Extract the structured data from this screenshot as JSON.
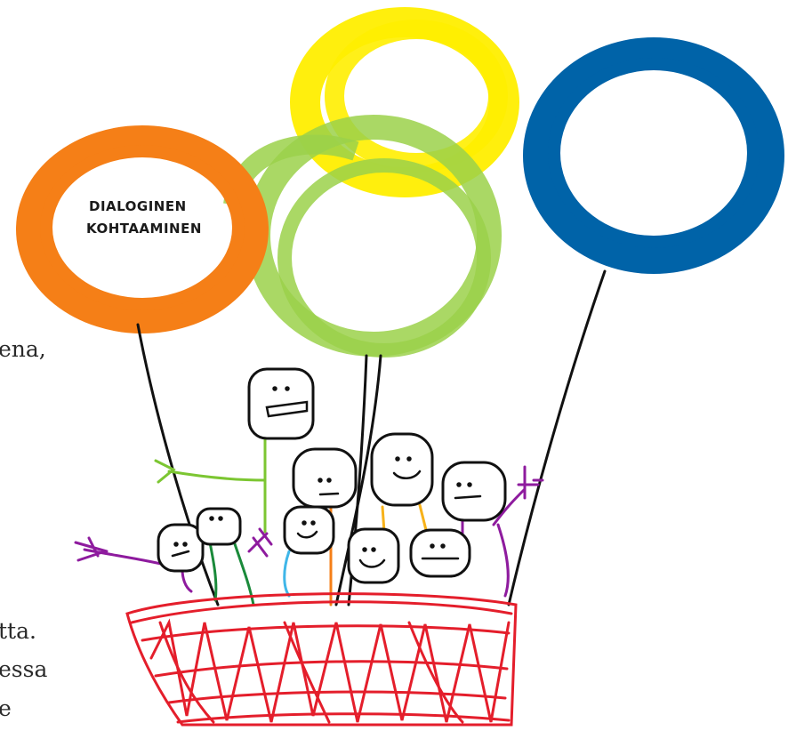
{
  "balloon_label": {
    "line1": "DIALOGINEN",
    "line2": "KOHTAAMINEN"
  },
  "text_fragments": {
    "line_a": "ena,",
    "line_b": "tta.",
    "line_c": "essa",
    "line_d": "e"
  },
  "colors": {
    "orange": "#f57f17",
    "green": "#9bd14a",
    "yellow": "#ffee00",
    "blue": "#0063a8",
    "basket": "#e41e2b"
  }
}
